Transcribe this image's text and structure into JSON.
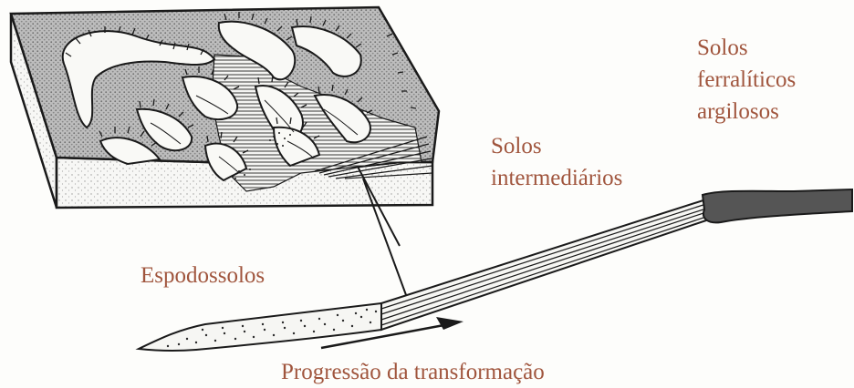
{
  "labels": {
    "ferraliticos": [
      "Solos",
      "ferralíticos",
      "argilosos"
    ],
    "intermediarios": [
      "Solos",
      "intermediários"
    ],
    "espodossolos": "Espodossolos",
    "progressao": "Progressão da transformação"
  },
  "colors": {
    "label_text": "#a0553d",
    "ink": "#1a1a1a",
    "paper": "#fdfdfb",
    "stipple": "#9a9a9a",
    "dark_fill": "#555555"
  }
}
